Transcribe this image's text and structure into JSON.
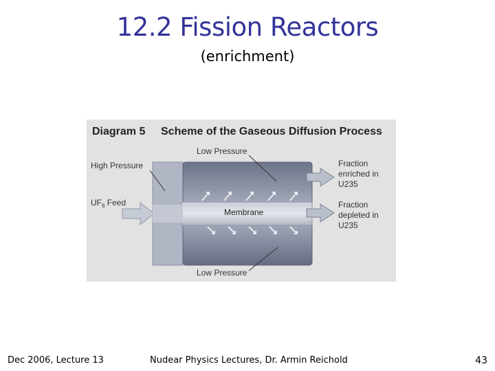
{
  "slide": {
    "title": "12.2 Fission Reactors",
    "subtitle": "(enrichment)"
  },
  "diagram": {
    "heading_number": "Diagram 5",
    "heading_text": "Scheme of the Gaseous Diffusion Process",
    "label_low_pressure_top": "Low Pressure",
    "label_low_pressure_bottom": "Low Pressure",
    "label_high_pressure": "High Pressure",
    "label_feed": "UF",
    "label_feed_sub": "6",
    "label_feed_suffix": " Feed",
    "label_membrane": "Membrane",
    "enriched": [
      "Fraction",
      "enriched in",
      "U235"
    ],
    "depleted": [
      "Fraction",
      "depleted in",
      "U235"
    ],
    "colors": {
      "background": "#e2e2e2",
      "vessel_dark": "#6f7589",
      "vessel_light": "#b6bccb",
      "arrow_fill": "#b9c0cc"
    }
  },
  "footer": {
    "left": "Dec 2006, Lecture 13",
    "center": "Nudear Physics  Lectures, Dr. Armin Reichold",
    "page_number": "43"
  }
}
